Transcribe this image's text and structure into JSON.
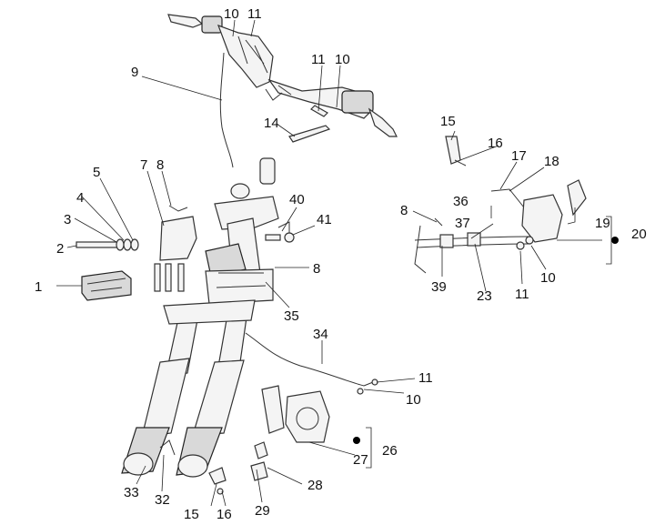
{
  "diagram": {
    "callouts": [
      {
        "id": "c-1",
        "text": "1"
      },
      {
        "id": "c-2",
        "text": "2"
      },
      {
        "id": "c-3",
        "text": "3"
      },
      {
        "id": "c-4",
        "text": "4"
      },
      {
        "id": "c-5",
        "text": "5"
      },
      {
        "id": "c-7",
        "text": "7"
      },
      {
        "id": "c-8a",
        "text": "8"
      },
      {
        "id": "c-8b",
        "text": "8"
      },
      {
        "id": "c-8c",
        "text": "8"
      },
      {
        "id": "c-9",
        "text": "9"
      },
      {
        "id": "c-10a",
        "text": "10"
      },
      {
        "id": "c-11a",
        "text": "11"
      },
      {
        "id": "c-11b",
        "text": "11"
      },
      {
        "id": "c-10b",
        "text": "10"
      },
      {
        "id": "c-14",
        "text": "14"
      },
      {
        "id": "c-15a",
        "text": "15"
      },
      {
        "id": "c-16a",
        "text": "16"
      },
      {
        "id": "c-17",
        "text": "17"
      },
      {
        "id": "c-18",
        "text": "18"
      },
      {
        "id": "c-19",
        "text": "19"
      },
      {
        "id": "c-20",
        "text": "20"
      },
      {
        "id": "c-36",
        "text": "36"
      },
      {
        "id": "c-37",
        "text": "37"
      },
      {
        "id": "c-39",
        "text": "39"
      },
      {
        "id": "c-23",
        "text": "23"
      },
      {
        "id": "c-11c",
        "text": "11"
      },
      {
        "id": "c-10c",
        "text": "10"
      },
      {
        "id": "c-40",
        "text": "40"
      },
      {
        "id": "c-41",
        "text": "41"
      },
      {
        "id": "c-35",
        "text": "35"
      },
      {
        "id": "c-34",
        "text": "34"
      },
      {
        "id": "c-11d",
        "text": "11"
      },
      {
        "id": "c-10d",
        "text": "10"
      },
      {
        "id": "c-26",
        "text": "26"
      },
      {
        "id": "c-27",
        "text": "27"
      },
      {
        "id": "c-28",
        "text": "28"
      },
      {
        "id": "c-29",
        "text": "29"
      },
      {
        "id": "c-33",
        "text": "33"
      },
      {
        "id": "c-32",
        "text": "32"
      },
      {
        "id": "c-15b",
        "text": "15"
      },
      {
        "id": "c-16b",
        "text": "16"
      }
    ]
  }
}
